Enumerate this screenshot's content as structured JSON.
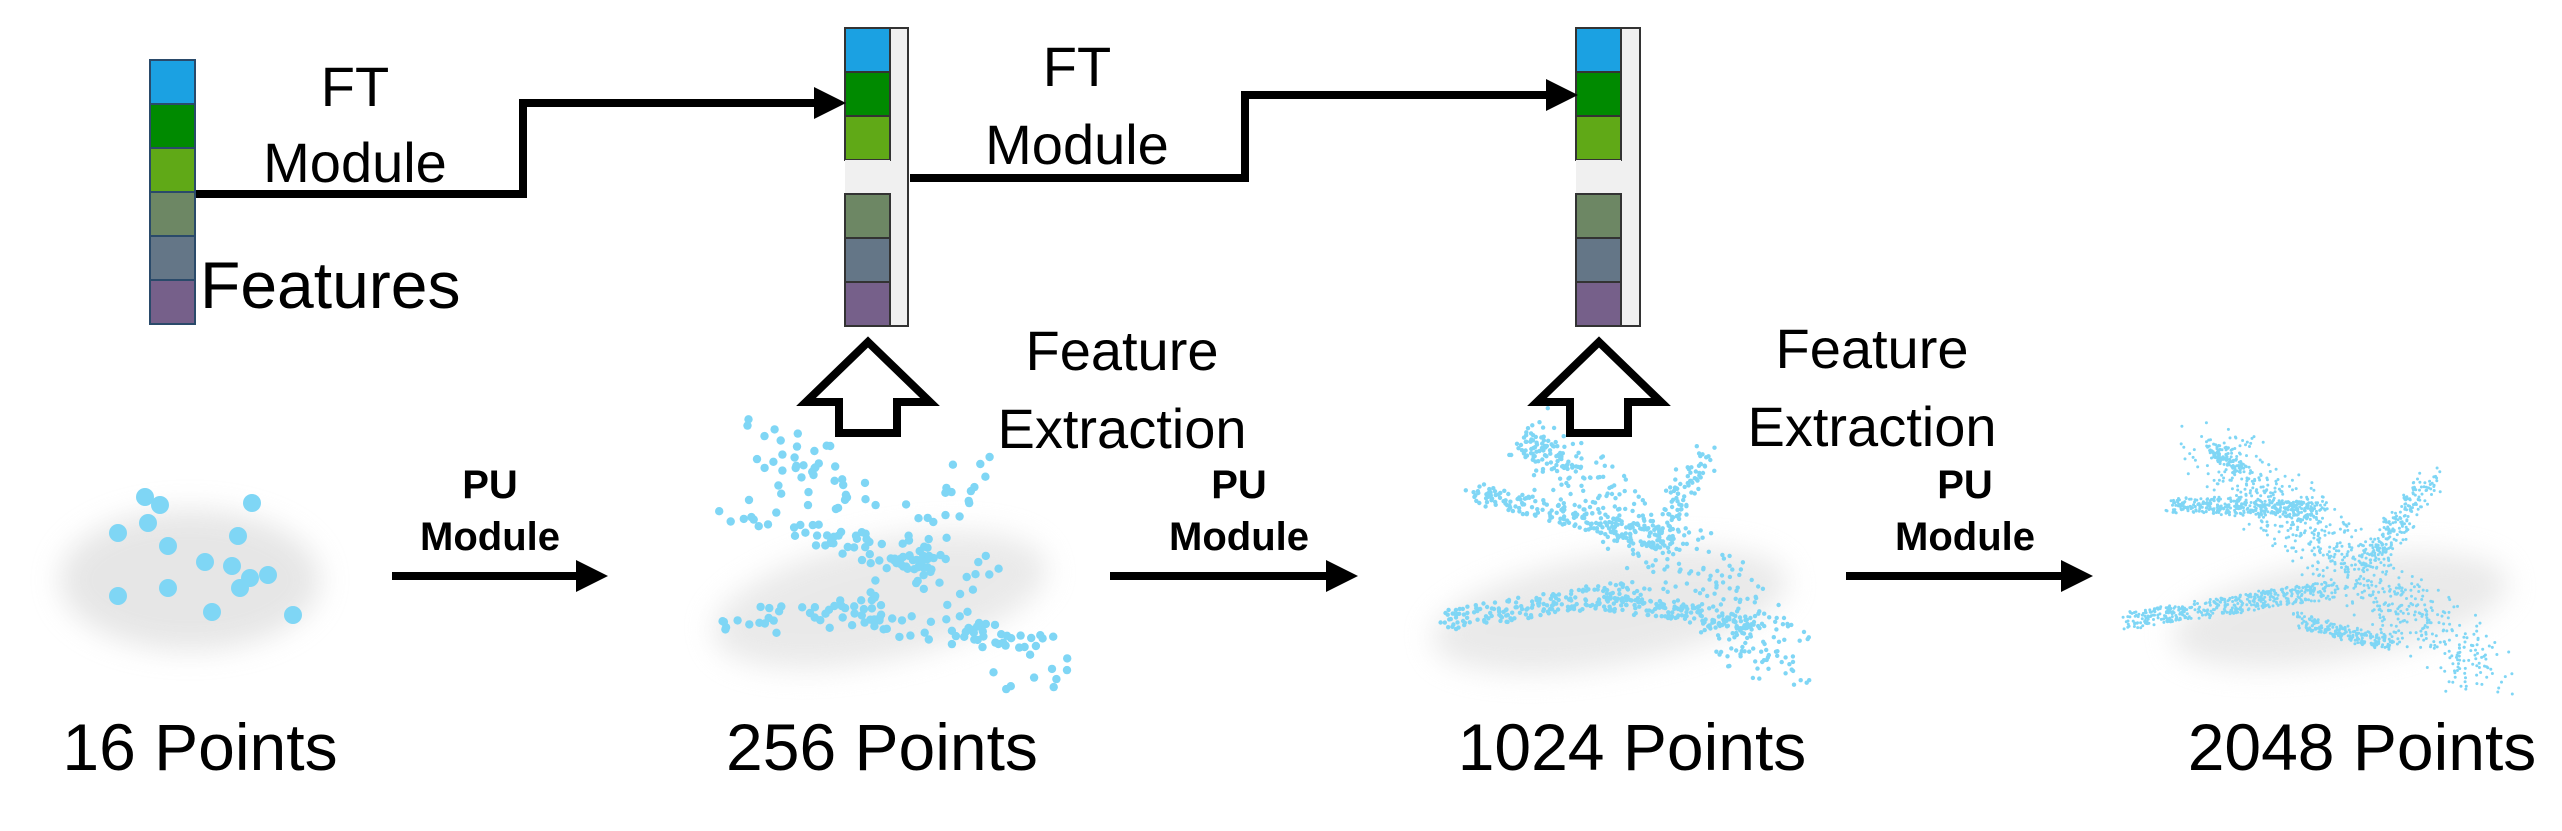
{
  "stages": [
    {
      "label": "16 Points",
      "count": 16
    },
    {
      "label": "256 Points",
      "count": 256
    },
    {
      "label": "1024 Points",
      "count": 1024
    },
    {
      "label": "2048 Points",
      "count": 2048
    }
  ],
  "pu_module": {
    "line1": "PU",
    "line2": "Module"
  },
  "ft_module": {
    "line1": "FT",
    "line2": "Module"
  },
  "feature_extraction": {
    "line1": "Feature",
    "line2": "Extraction"
  },
  "features_label": "Features",
  "feature_colors": [
    "#1ba1e2",
    "#008a00",
    "#60a917",
    "#6d8764",
    "#647687",
    "#76608a"
  ],
  "feature_slot_color": "#f0f0f0",
  "point_color": "#7fd6f5"
}
